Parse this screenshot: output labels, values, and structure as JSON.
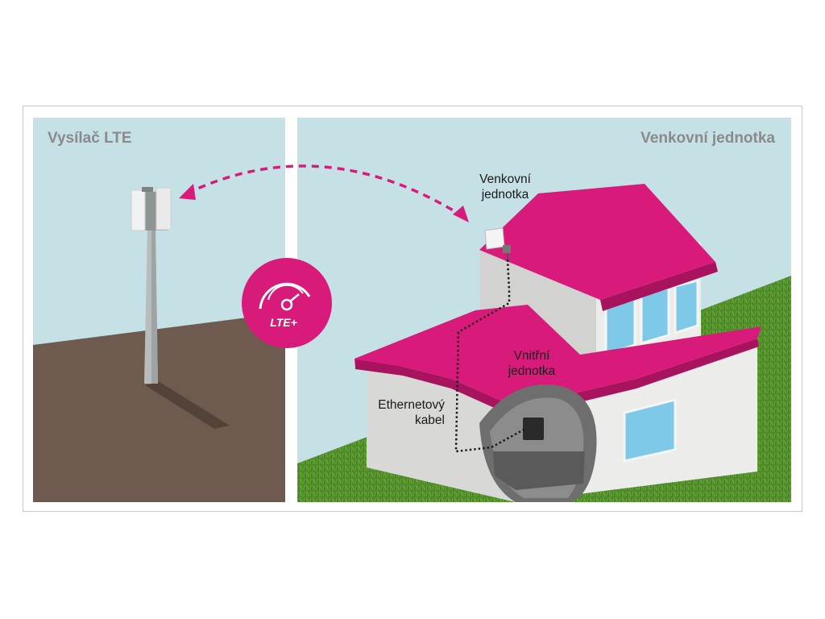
{
  "panels": {
    "left_title": "Vysílač LTE",
    "right_title": "Venkovní jednotka"
  },
  "labels": {
    "outdoor_unit": [
      "Venkovní",
      "jednotka"
    ],
    "indoor_unit": [
      "Vnitřní",
      "jednotka"
    ],
    "ethernet_cable": [
      "Ethernetový",
      "kabel"
    ]
  },
  "badge": {
    "text": "LTE+",
    "icon": "speedometer-icon"
  },
  "colors": {
    "sky": "#c6e1e5",
    "ground": "#6e5a4e",
    "roof": "#d81b7a",
    "grass": "#4f8a2a",
    "wall": "#d8d8d6",
    "window": "#7ec8e8",
    "title_gray": "#8a8a8a"
  }
}
